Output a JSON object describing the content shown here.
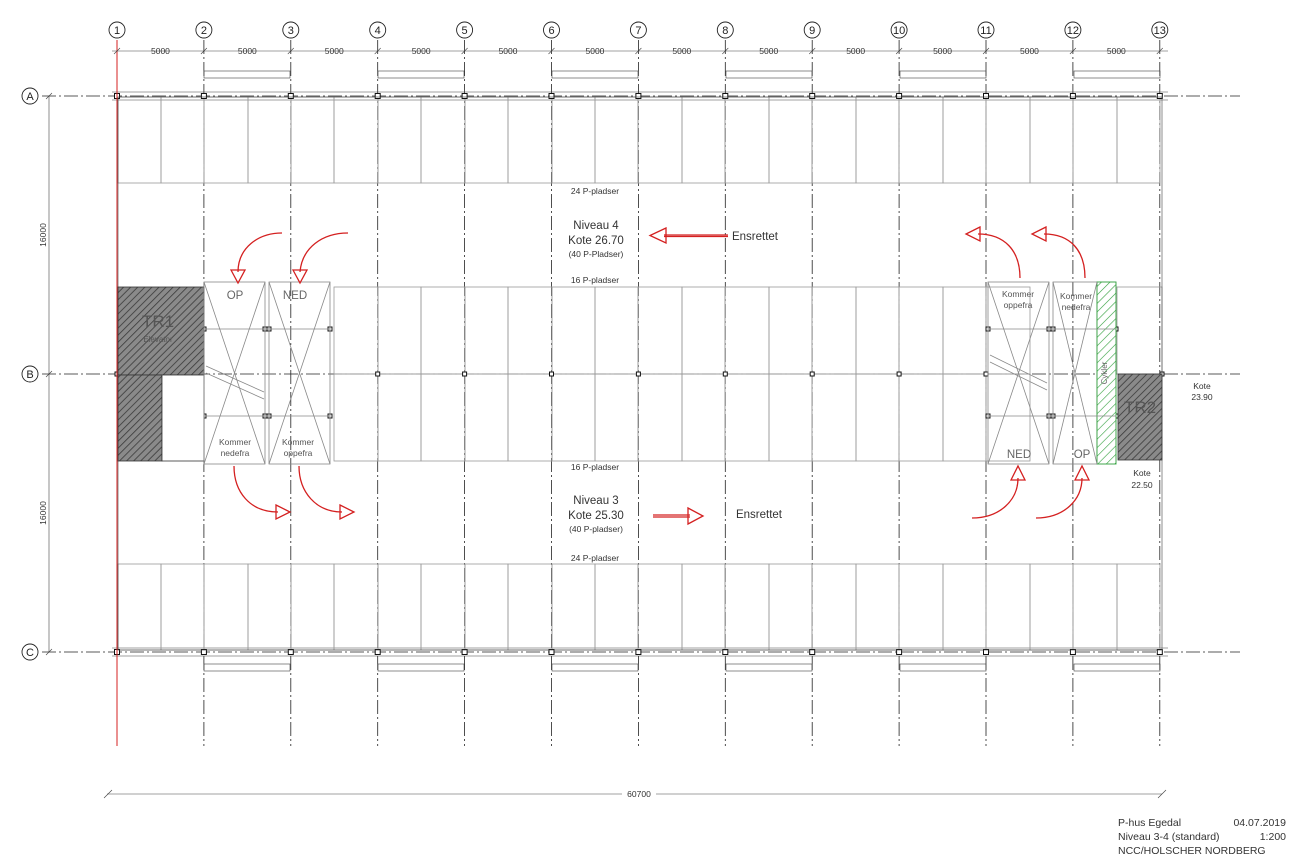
{
  "columns": [
    "1",
    "2",
    "3",
    "4",
    "5",
    "6",
    "7",
    "8",
    "9",
    "10",
    "11",
    "12",
    "13"
  ],
  "rows": [
    "A",
    "B",
    "C"
  ],
  "spacing_label": "5000",
  "bay_depth_label": "16000",
  "total_length_label": "60700",
  "stalls": {
    "upper_top": "24 P-pladser",
    "upper_mid": "16 P-pladser",
    "lower_mid": "16 P-pladser",
    "lower_bottom": "24 P-pladser"
  },
  "level4": {
    "title": "Niveau 4",
    "kote": "Kote 26.70",
    "count": "(40 P-Pladser)",
    "direction": "Ensrettet"
  },
  "level3": {
    "title": "Niveau 3",
    "kote": "Kote 25.30",
    "count": "(40 P-pladser)",
    "direction": "Ensrettet"
  },
  "stairs": {
    "tr1": {
      "name": "TR1",
      "sub": "Elevator"
    },
    "tr2": {
      "name": "TR2"
    }
  },
  "ramps": {
    "left_up": "OP",
    "left_down": "NED",
    "left_from_below": [
      "Kommer",
      "nedefra"
    ],
    "left_from_above": [
      "Kommer",
      "oppefra"
    ],
    "right_from_above": [
      "Kommer",
      "oppefra"
    ],
    "right_from_below": [
      "Kommer",
      "nedefra"
    ],
    "right_down": "NED",
    "right_up": "OP",
    "hatch": "Cykler"
  },
  "kote_right_upper": [
    "Kote",
    "23.90"
  ],
  "kote_right_lower": [
    "Kote",
    "22.50"
  ],
  "title_block": {
    "project": "P-hus Egedal",
    "date": "04.07.2019",
    "drawing": "Niveau 3-4 (standard)",
    "scale": "1:200",
    "firm": "NCC/HOLSCHER NORDBERG"
  },
  "colors": {
    "arrow": "#d42020",
    "hatch_green": "#2e9e3a",
    "stair_fill": "#6d6d6d",
    "column_line_red": "#d42020"
  }
}
